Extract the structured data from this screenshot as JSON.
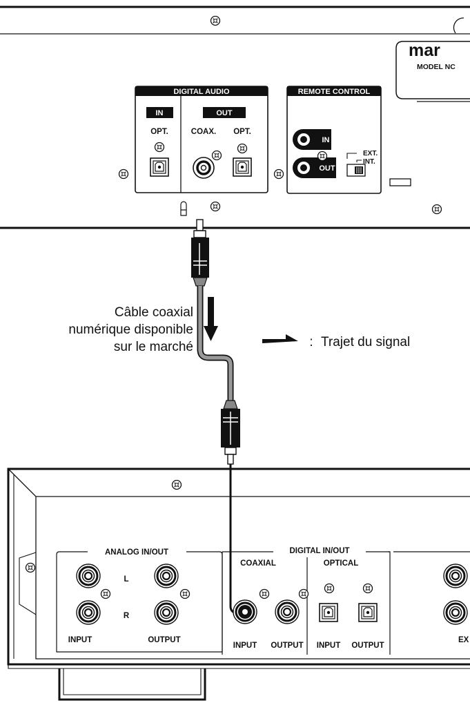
{
  "top_device": {
    "brand": "mar",
    "model_label": "MODEL NC",
    "digital_audio": {
      "title": "DIGITAL AUDIO",
      "in_label": "IN",
      "out_label": "OUT",
      "in_opt": "OPT.",
      "out_coax": "COAX.",
      "out_opt": "OPT."
    },
    "remote_control": {
      "title": "REMOTE CONTROL",
      "in_label": "IN",
      "out_label": "OUT",
      "ext_label": "EXT.",
      "int_label": "INT."
    }
  },
  "cable": {
    "caption_lines": [
      "Câble coaxial",
      "numérique disponible",
      "sur le marché"
    ]
  },
  "legend": {
    "separator": ":",
    "text": "Trajet du signal"
  },
  "bottom_device": {
    "analog": {
      "title": "ANALOG IN/OUT",
      "l": "L",
      "r": "R",
      "input": "INPUT",
      "output": "OUTPUT"
    },
    "digital": {
      "title": "DIGITAL IN/OUT",
      "coaxial": "COAXIAL",
      "optical": "OPTICAL",
      "coax_input": "INPUT",
      "coax_output": "OUTPUT",
      "opt_input": "INPUT",
      "opt_output": "OUTPUT"
    },
    "cut_label": "EX"
  }
}
